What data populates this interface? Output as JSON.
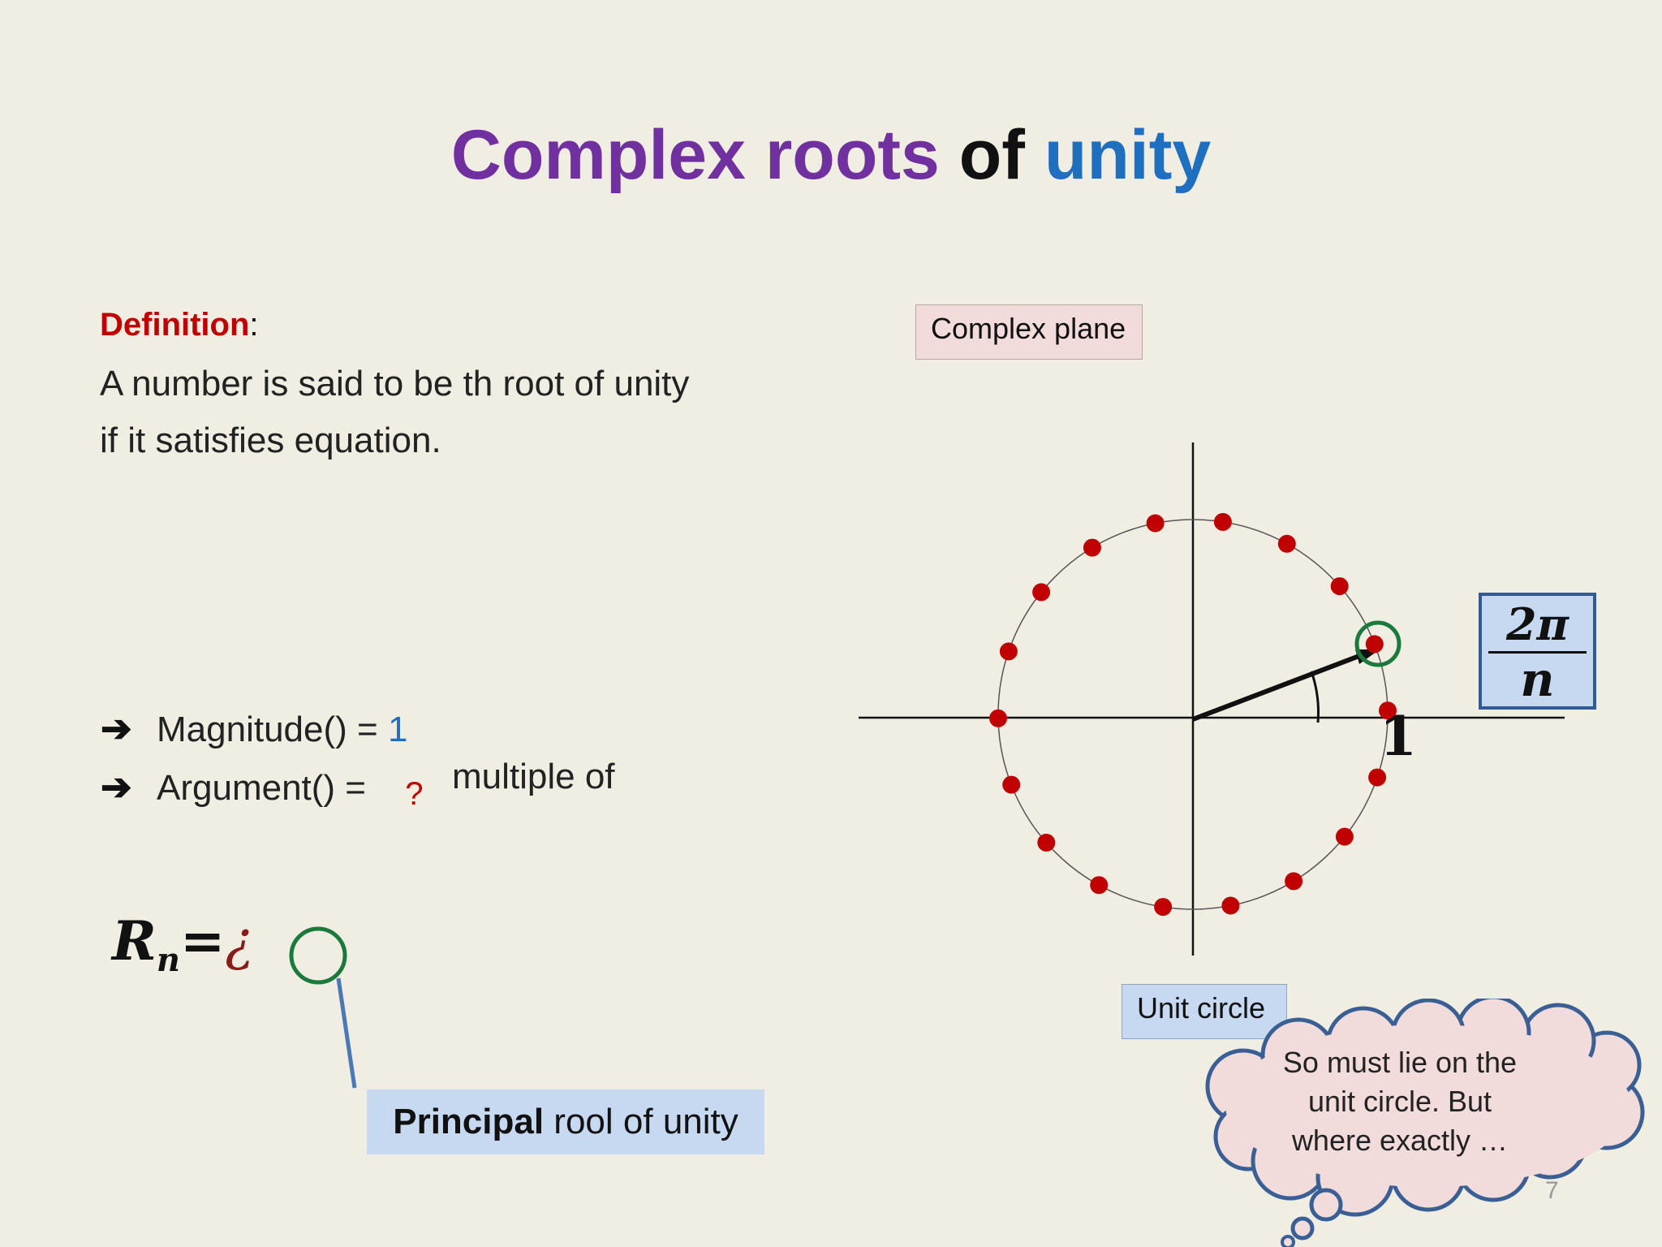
{
  "title": {
    "part1": "Complex roots",
    "part2": "of",
    "part3": "unity"
  },
  "colors": {
    "purple": "#7030a0",
    "black": "#111111",
    "blue": "#1f6fc0",
    "red": "#c00000"
  },
  "definition": {
    "label": "Definition",
    "colon": ":",
    "line1": "A number  is said to be th root of unity",
    "line2": "if it satisfies equation."
  },
  "bullets": {
    "arrow": "➔",
    "magnitude_label": "Magnitude() = ",
    "magnitude_value": "1",
    "argument_label": "Argument() = ",
    "argument_q": "?",
    "argument_suffix": "multiple of"
  },
  "labels": {
    "complex_plane": "Complex plane",
    "unit_circle": "Unit circle",
    "one": "1"
  },
  "formula": {
    "numerator": "2π",
    "denominator": "n"
  },
  "rn": {
    "base": "R",
    "sub": "n",
    "eq": "=",
    "q": "¿"
  },
  "principal": {
    "bold": "Principal",
    "rest": " rool of unity"
  },
  "cloud": {
    "line1": "So  must lie on the",
    "line2": "unit circle. But",
    "line3": "where exactly …"
  },
  "page_number": "7"
}
